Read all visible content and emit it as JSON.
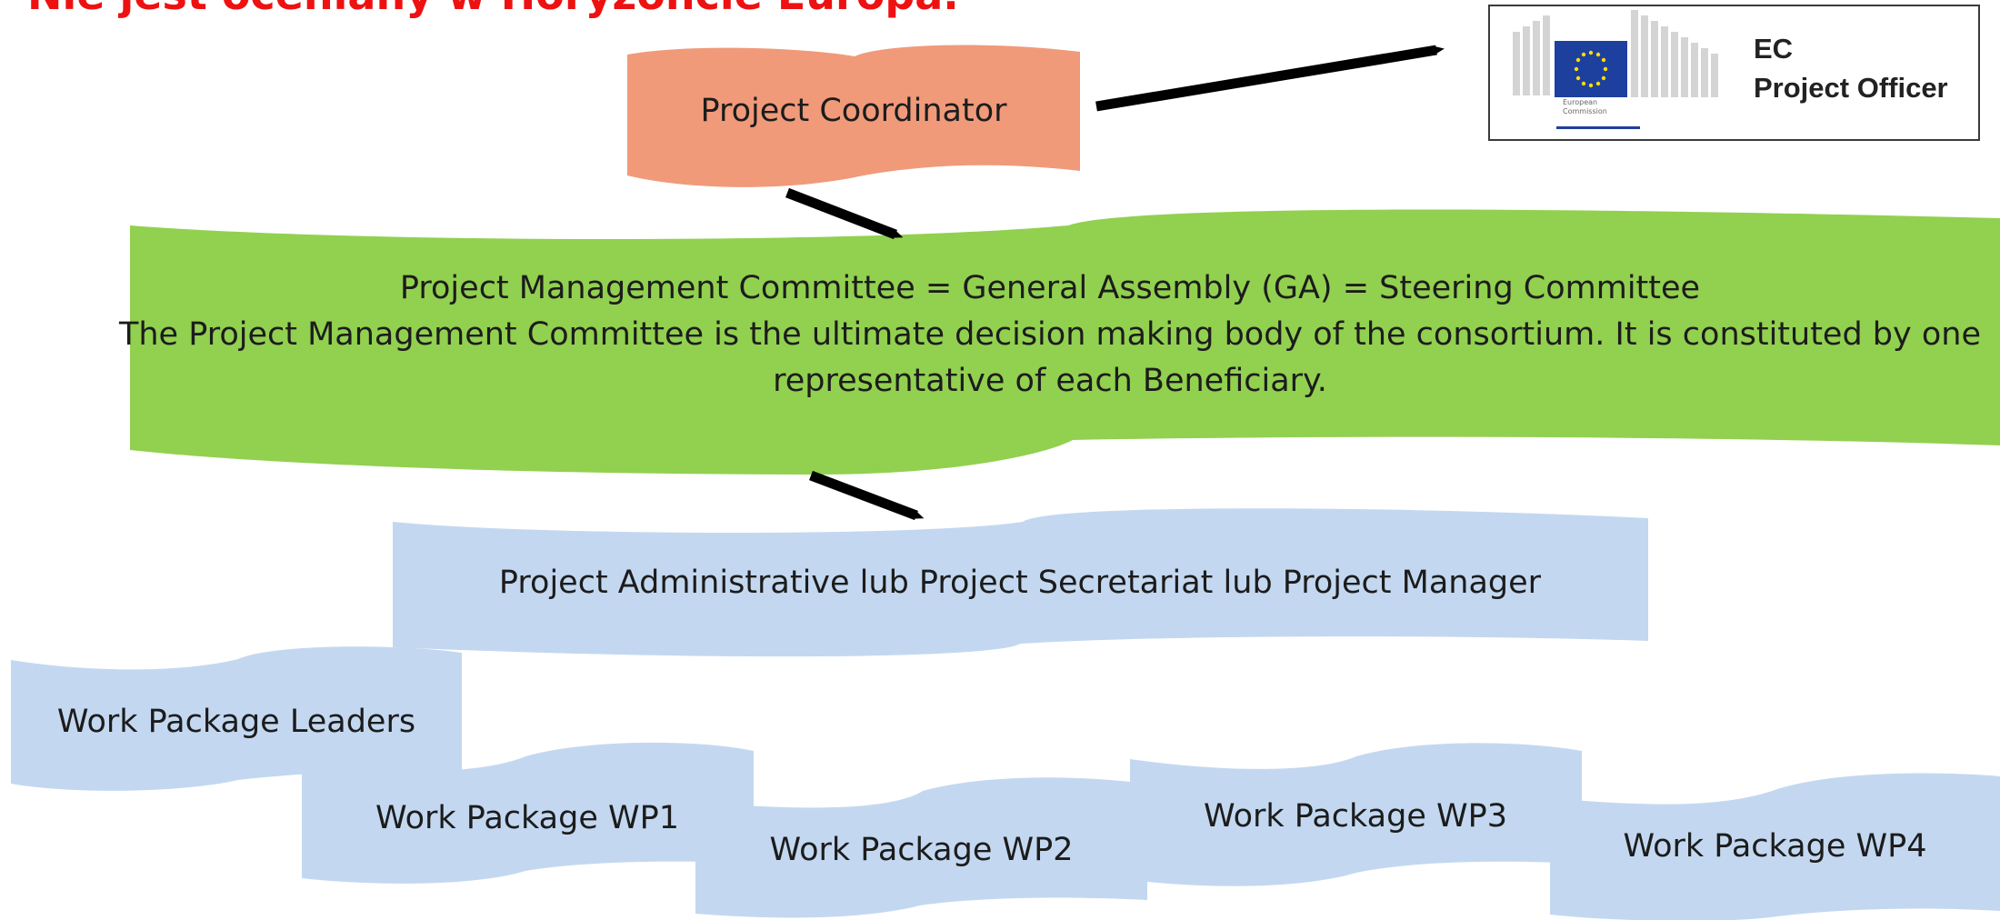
{
  "headline": "Nie jest oceniany w Horyzoncie Europa.",
  "ec_box": {
    "line1": "EC",
    "line2": "Project Officer",
    "logo_caption_1": "European",
    "logo_caption_2": "Commission",
    "logo_icon": "eu-flag-icon"
  },
  "coordinator": {
    "label": "Project Coordinator"
  },
  "committee": {
    "title": "Project Management Committee = General Assembly (GA) = Steering Committee",
    "desc_line1": "The Project Management Committee is the ultimate decision making body of the consortium. It is constituted by one",
    "desc_line2": "representative of each Beneficiary."
  },
  "admin": {
    "label": "Project Administrative lub Project Secretariat lub  Project Manager"
  },
  "wp_leaders": {
    "label": "Work Package Leaders"
  },
  "work_packages": [
    "Work Package WP1",
    "Work Package WP2",
    "Work Package WP3",
    "Work Package WP4"
  ],
  "colors": {
    "coordinator": "#f09a7a",
    "committee": "#92d050",
    "lightblue": "#c3d8f0",
    "arrow": "#000000",
    "headline": "#ee1111",
    "eu_blue": "#1d3f9e",
    "eu_star": "#ffdd00"
  }
}
